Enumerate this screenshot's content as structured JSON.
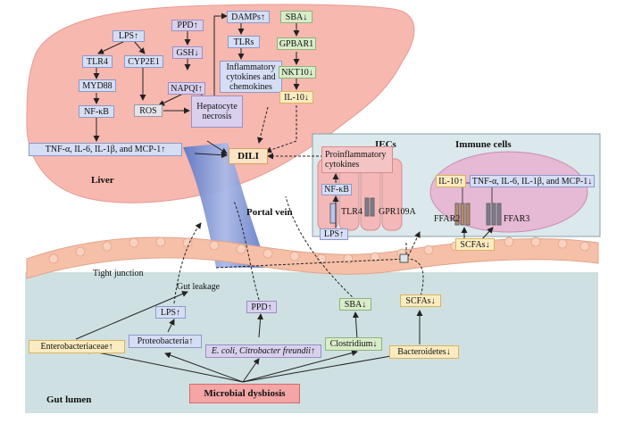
{
  "regions": {
    "liver": "Liver",
    "portal_vein": "Portal vein",
    "gut_lumen": "Gut lumen",
    "iecs": "IECs",
    "immune_cells": "Immune cells",
    "tight_junction": "Tight junction"
  },
  "liver_nodes": {
    "lps": "LPS↑",
    "tlr4": "TLR4",
    "myd88": "MYD88",
    "nfkb": "NF-κB",
    "cyp2e1": "CYP2E1",
    "ppd": "PPD↑",
    "gsh": "GSH↓",
    "napqi": "NAPQI↑",
    "ros": "ROS",
    "necrosis": "Hepatocyte necrosis",
    "damps": "DAMPs↑",
    "tlrs": "TLRs",
    "inflammatory": "Inflammatory cytokines and chemokines",
    "sba": "SBA↓",
    "gpbar1": "GPBAR1",
    "nkt": "NKT10↓",
    "il10": "IL-10↓",
    "tnf": "TNF-α, IL-6, IL-1β, and MCP-1↑",
    "dili": "DILI"
  },
  "inset_nodes": {
    "proinflammatory": "Proinflammatory cytokines",
    "nfkb": "NF-κB",
    "tlr4": "TLR4",
    "lps": "LPS↑",
    "gpr109a": "GPR109A",
    "il10": "IL-10↑",
    "tnf": "TNF-α, IL-6, IL-1β, and MCP-1↓",
    "ffar2": "FFAR2",
    "ffar3": "FFAR3",
    "scfas": "SCFAs↓"
  },
  "gut_nodes": {
    "gut_leakage": "Gut leakage",
    "lps": "LPS↑",
    "ppd": "PPD↑",
    "sba": "SBA↓",
    "scfas": "SCFAs↓",
    "enterobacteriaceae": "Enterobacteriaceae↑",
    "proteobacteria": "Proteobacteria↑",
    "ecoli": "E. coli, Citrobacter freundii↑",
    "clostridium": "Clostridium↓",
    "bacteroidetes": "Bacteroidetes↓",
    "dysbiosis": "Microbial dysbiosis"
  },
  "colors": {
    "liver": "#f7b8b0",
    "gut": "#cfe0e2",
    "portal_vein": "#7a8fce",
    "epithelium": "#f6c0a8",
    "inset_bg": "#dbe8ec"
  }
}
